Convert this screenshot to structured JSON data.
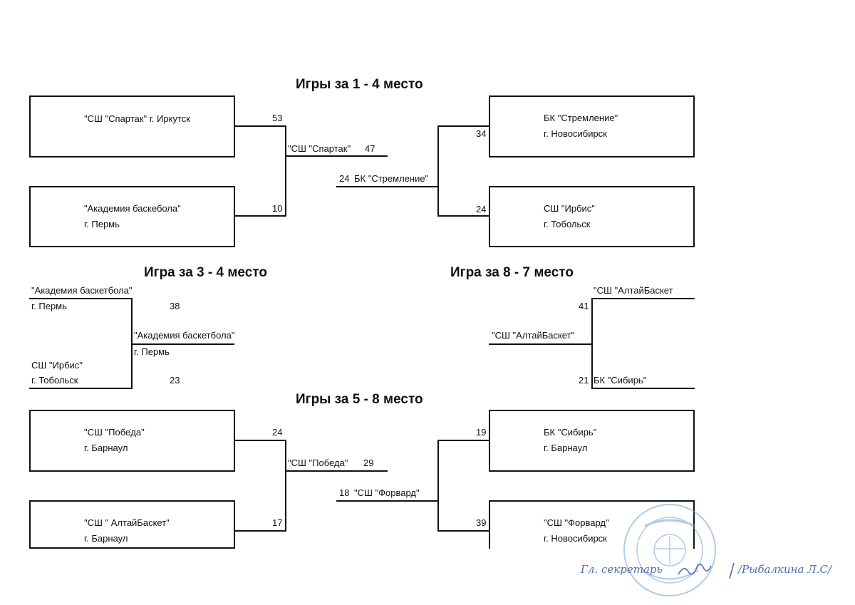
{
  "headings": {
    "top": "Игры за 1 - 4 место",
    "third": "Игра за 3 - 4 место",
    "seventh": "Игра за 8 - 7 место",
    "fifth": "Игры за 5 - 8 место"
  },
  "top_left": {
    "team1": "\"СШ \"Спартак\" г. Иркутск",
    "team1_score": "53",
    "team2_line1": "\"Академия баскебола\"",
    "team2_line2": "г. Пермь",
    "team2_score": "10",
    "winner": "\"СШ \"Спартак\"",
    "winner_score": "47"
  },
  "top_right": {
    "team1_line1": "БК \"Стремление\"",
    "team1_line2": "г. Новосибирск",
    "team1_score": "34",
    "team2_line1": "СШ \"Ирбис\"",
    "team2_line2": "г. Тобольск",
    "team2_score": "24",
    "winner": "БК \"Стремление\"",
    "winner_score": "24"
  },
  "third_place": {
    "team1_line1": "\"Академия баскетбола\"",
    "team1_line2": "г. Пермь",
    "team1_score": "38",
    "team2_line1": "СШ \"Ирбис\"",
    "team2_line2": "г. Тобольск",
    "team2_score": "23",
    "winner_line1": "\"Академия баскетбола\"",
    "winner_line2": "г. Пермь"
  },
  "seventh_place": {
    "team1": "\"СШ \"АлтайБаскет",
    "team1_score": "41",
    "team2": "БК \"Сибирь\"",
    "team2_score": "21",
    "winner": "\"СШ \"АлтайБаскет\""
  },
  "bottom_left": {
    "team1_line1": "\"СШ \"Побе̇да\"",
    "team1_line2": "г. Барнаул",
    "team1_score": "24",
    "team2_line1": "\"СШ \" АлтайБаскет\"",
    "team2_line2": "г. Барнаул",
    "team2_score": "17",
    "winner": "\"СШ \"Победа\"",
    "winner_score": "29"
  },
  "bottom_right": {
    "team1_line1": "БК \"Сибирь\"",
    "team1_line2": "г. Барнаул",
    "team1_score": "19",
    "team2_line1": "\"СШ \"Форвард\"",
    "team2_line2": "г. Новосибирск",
    "team2_score": "39",
    "winner": "\"СШ \"Форвард\"",
    "winner_score": "18"
  },
  "signature": {
    "text": "Гл. секретарь",
    "name": "/Рыбалкина Л.С/"
  },
  "colors": {
    "ink": "#111111",
    "stamp": "#6f9fd8",
    "signature": "#4a6fb0"
  }
}
